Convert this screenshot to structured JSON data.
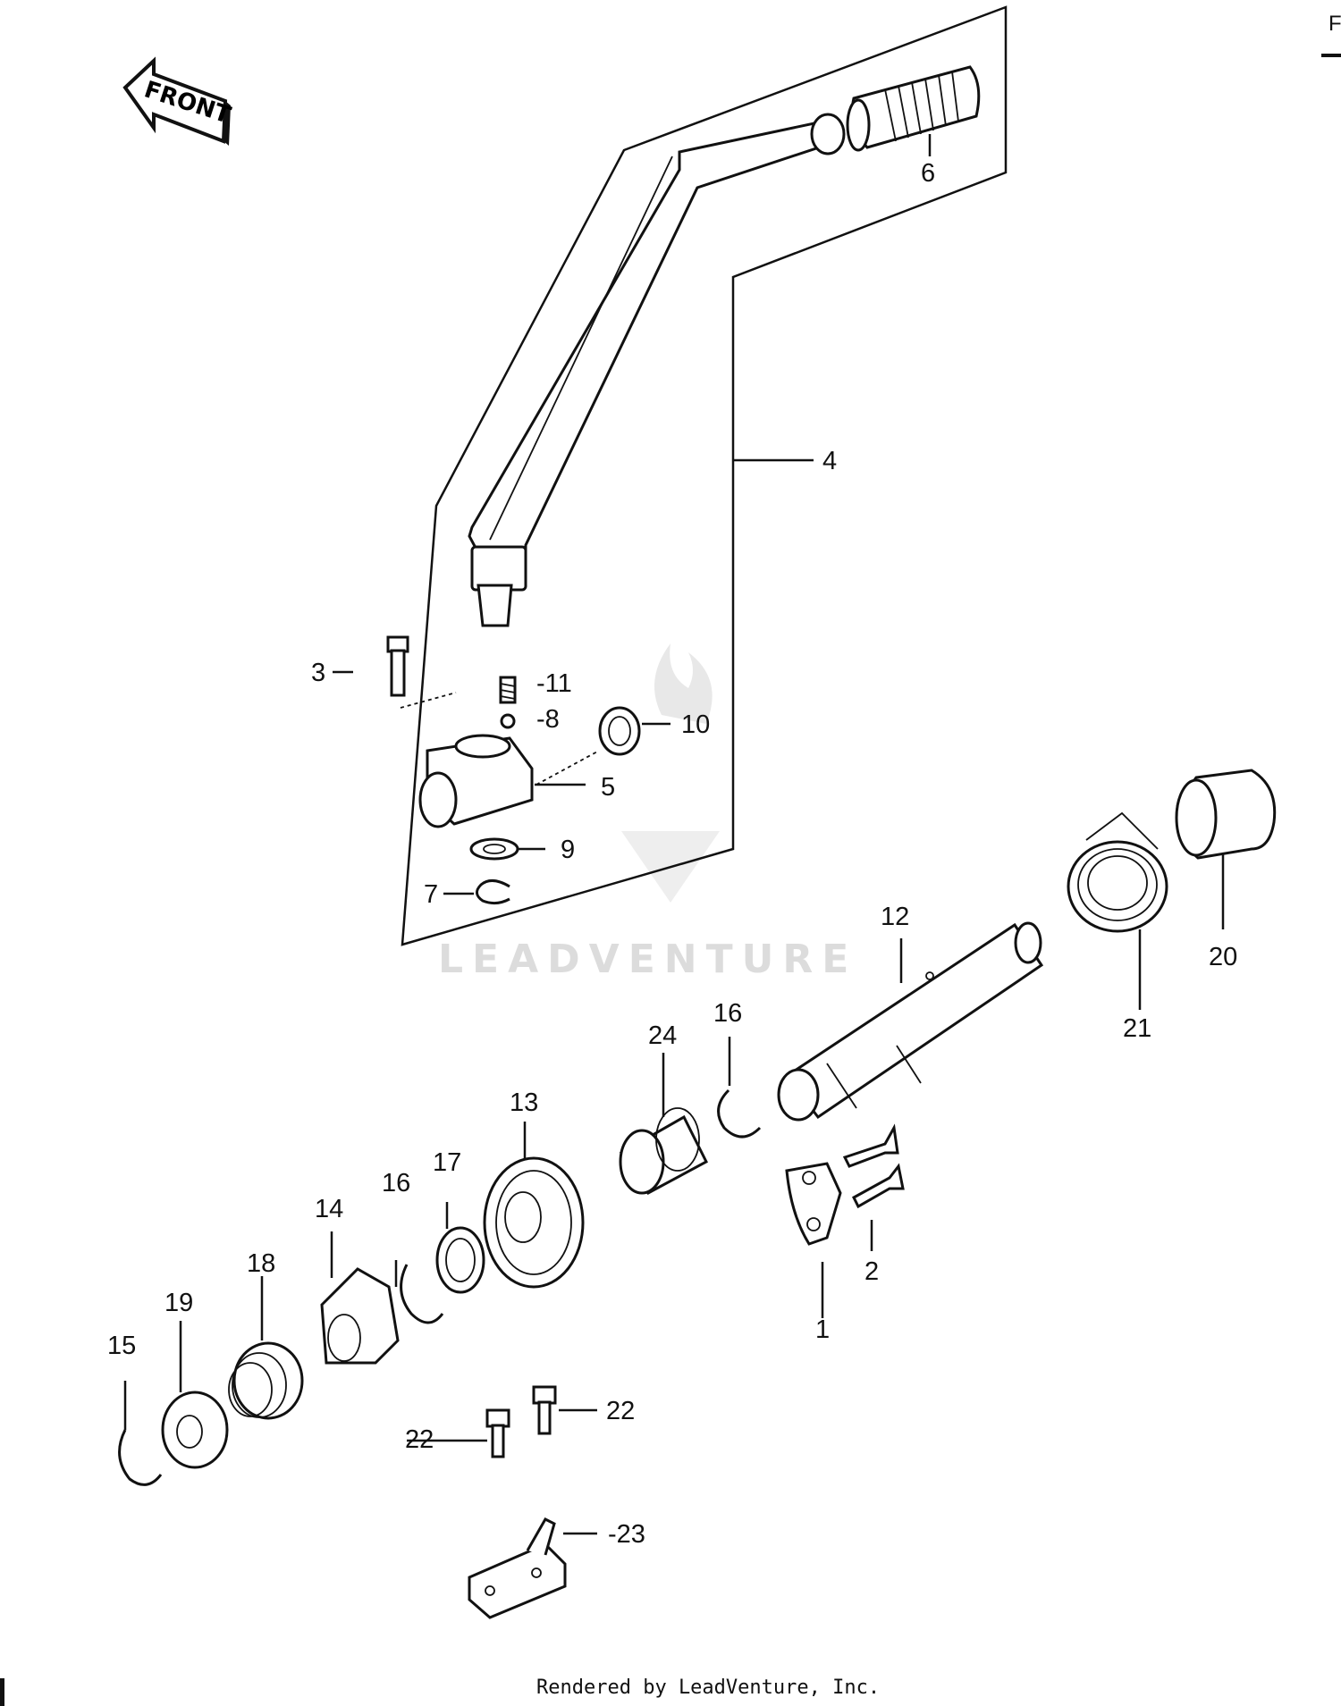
{
  "diagram": {
    "front_label": "FRONT",
    "footer": "Rendered by LeadVenture, Inc.",
    "watermark": "LEADVENTURE",
    "corner_mark": "F",
    "callouts": {
      "c1": "1",
      "c2": "2",
      "c3": "3",
      "c4": "4",
      "c5": "5",
      "c6": "6",
      "c7": "7",
      "c8": "-8",
      "c9": "9",
      "c10": "10",
      "c11": "-11",
      "c12": "12",
      "c13": "13",
      "c14": "14",
      "c15": "15",
      "c16a": "16",
      "c16b": "16",
      "c17": "17",
      "c18": "18",
      "c19": "19",
      "c20": "20",
      "c21": "21",
      "c22a": "22",
      "c22b": "22",
      "c23": "-23",
      "c24": "24"
    }
  }
}
